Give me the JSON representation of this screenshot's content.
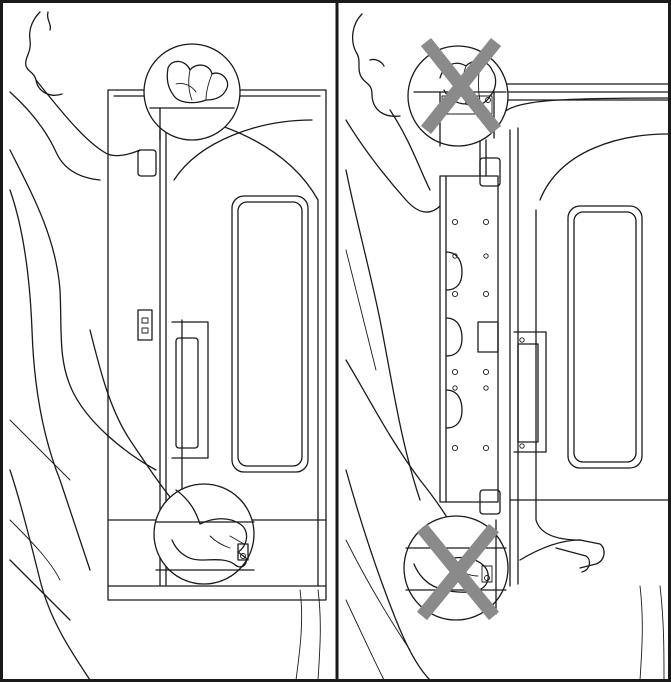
{
  "panels": [
    {
      "id": "correct",
      "grip": "hands-on-top-and-bottom-of-door-side",
      "status": "correct"
    },
    {
      "id": "incorrect",
      "grip": "hands-on-door-hinge-area",
      "status": "incorrect"
    }
  ],
  "colors": {
    "line": "#1a1a1a",
    "xmark": "#8a8a8a",
    "background": "#ffffff"
  },
  "icons": {
    "wrong": "cross-mark-icon"
  }
}
